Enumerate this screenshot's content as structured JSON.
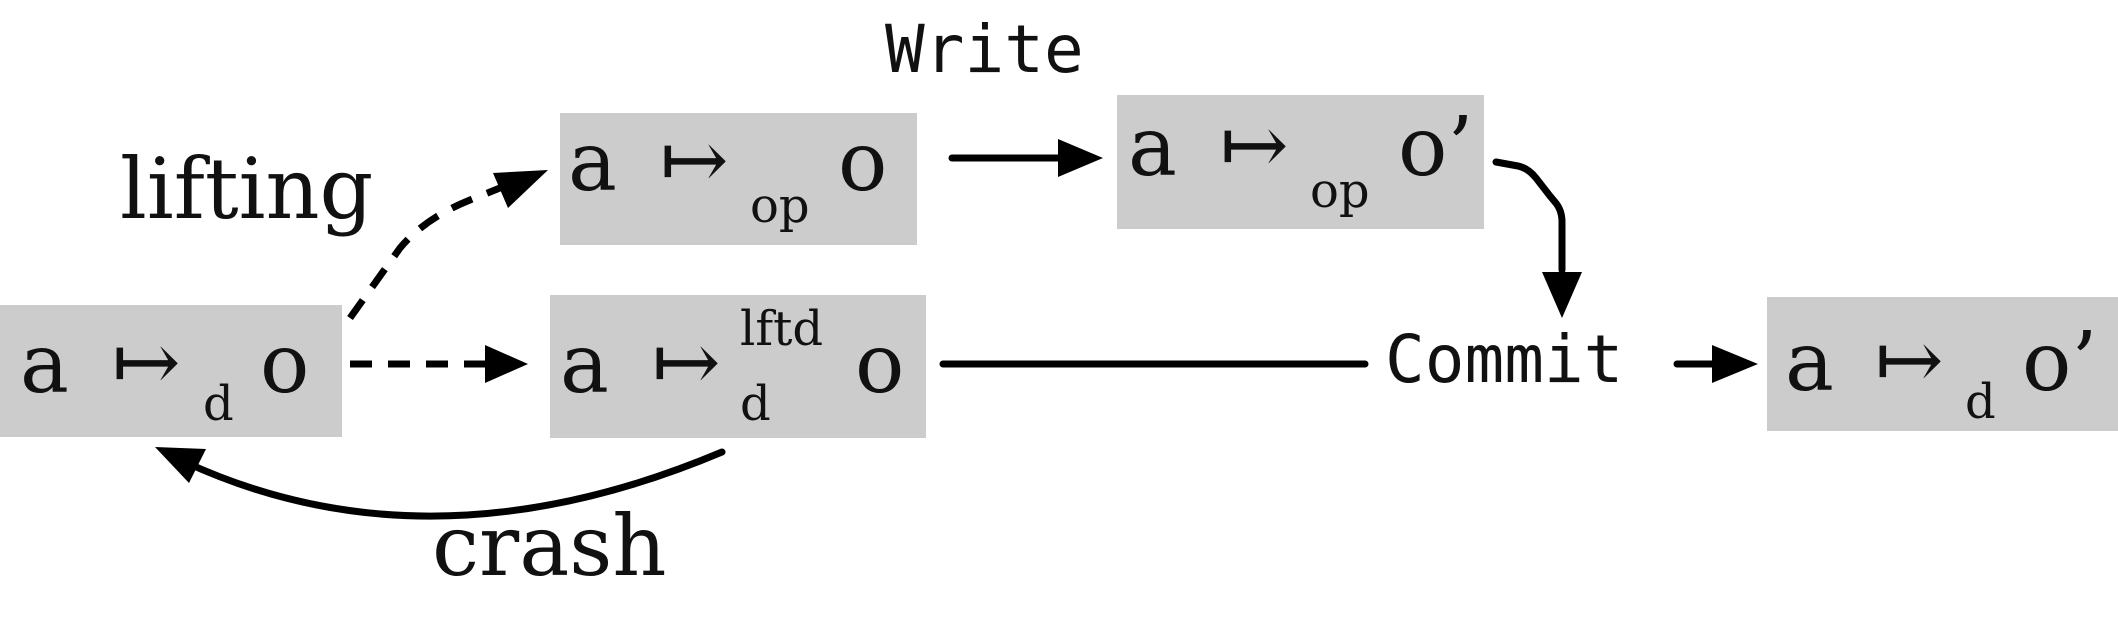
{
  "nodes": {
    "a_d_o": {
      "var": "a",
      "arrow": "↦",
      "sub": "d",
      "sup": "",
      "val": "o"
    },
    "a_op_o": {
      "var": "a",
      "arrow": "↦",
      "sub": "op",
      "sup": "",
      "val": "o"
    },
    "a_op_oprime": {
      "var": "a",
      "arrow": "↦",
      "sub": "op",
      "sup": "",
      "val": "o’"
    },
    "a_d_lftd_o": {
      "var": "a",
      "arrow": "↦",
      "sub": "d",
      "sup": "lftd",
      "val": "o"
    },
    "a_d_oprime": {
      "var": "a",
      "arrow": "↦",
      "sub": "d",
      "sup": "",
      "val": "o’"
    }
  },
  "labels": {
    "lifting": "lifting",
    "write": "Write",
    "commit": "Commit",
    "crash": "crash"
  }
}
